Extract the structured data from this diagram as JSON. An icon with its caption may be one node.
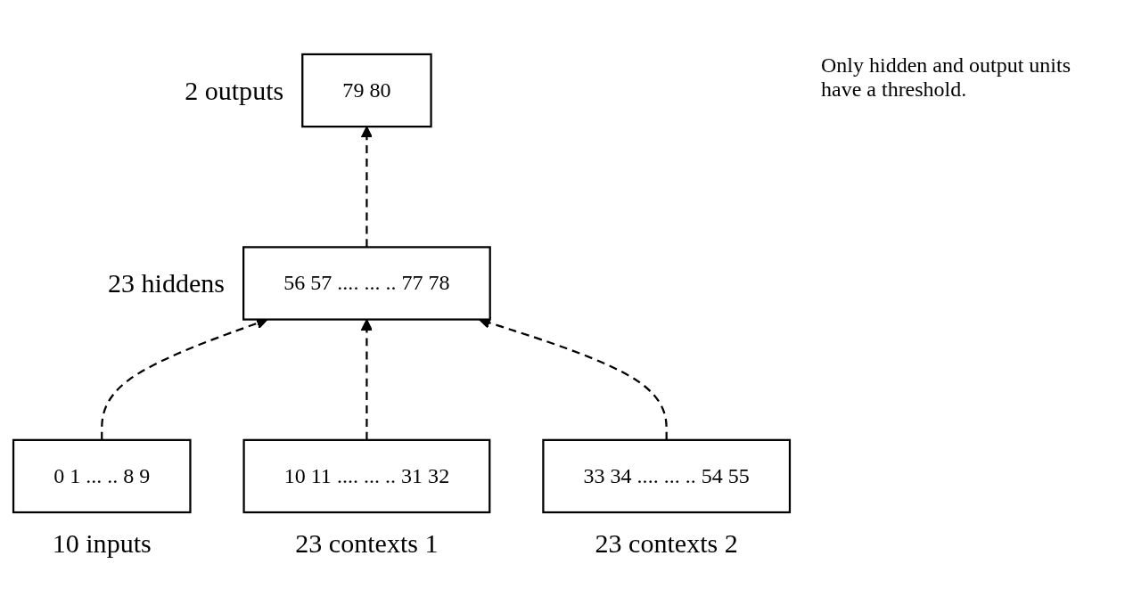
{
  "diagram": {
    "nodes": [
      {
        "text": [
          "79 80"
        ],
        "beside": [
          "2 outputs"
        ]
      },
      {
        "text": [
          "56 57 .... ... .. 77 78"
        ],
        "beside": [
          "23 hiddens"
        ]
      },
      {
        "text": [
          "0 1 ... .. 8 9"
        ],
        "beside": [
          "10 inputs"
        ]
      },
      {
        "text": [
          "10 11 .... ... .. 31 32"
        ],
        "beside": [
          "23 contexts 1"
        ]
      },
      {
        "text": [
          "33 34 .... ... .. 54 55"
        ],
        "beside": [
          "23 contexts 2"
        ]
      }
    ],
    "edges": [
      {
        "from": 1,
        "to": 0,
        "arrow": "to",
        "style": "dashed"
      },
      {
        "from": 2,
        "to": 1,
        "arrow": "to",
        "style": "dashed"
      },
      {
        "from": 3,
        "to": 1,
        "arrow": "to",
        "style": "dashed"
      },
      {
        "from": 4,
        "to": 1,
        "arrow": "to",
        "style": "dashed"
      }
    ],
    "labels": [
      "Only hidden and output units have a threshold."
    ]
  }
}
